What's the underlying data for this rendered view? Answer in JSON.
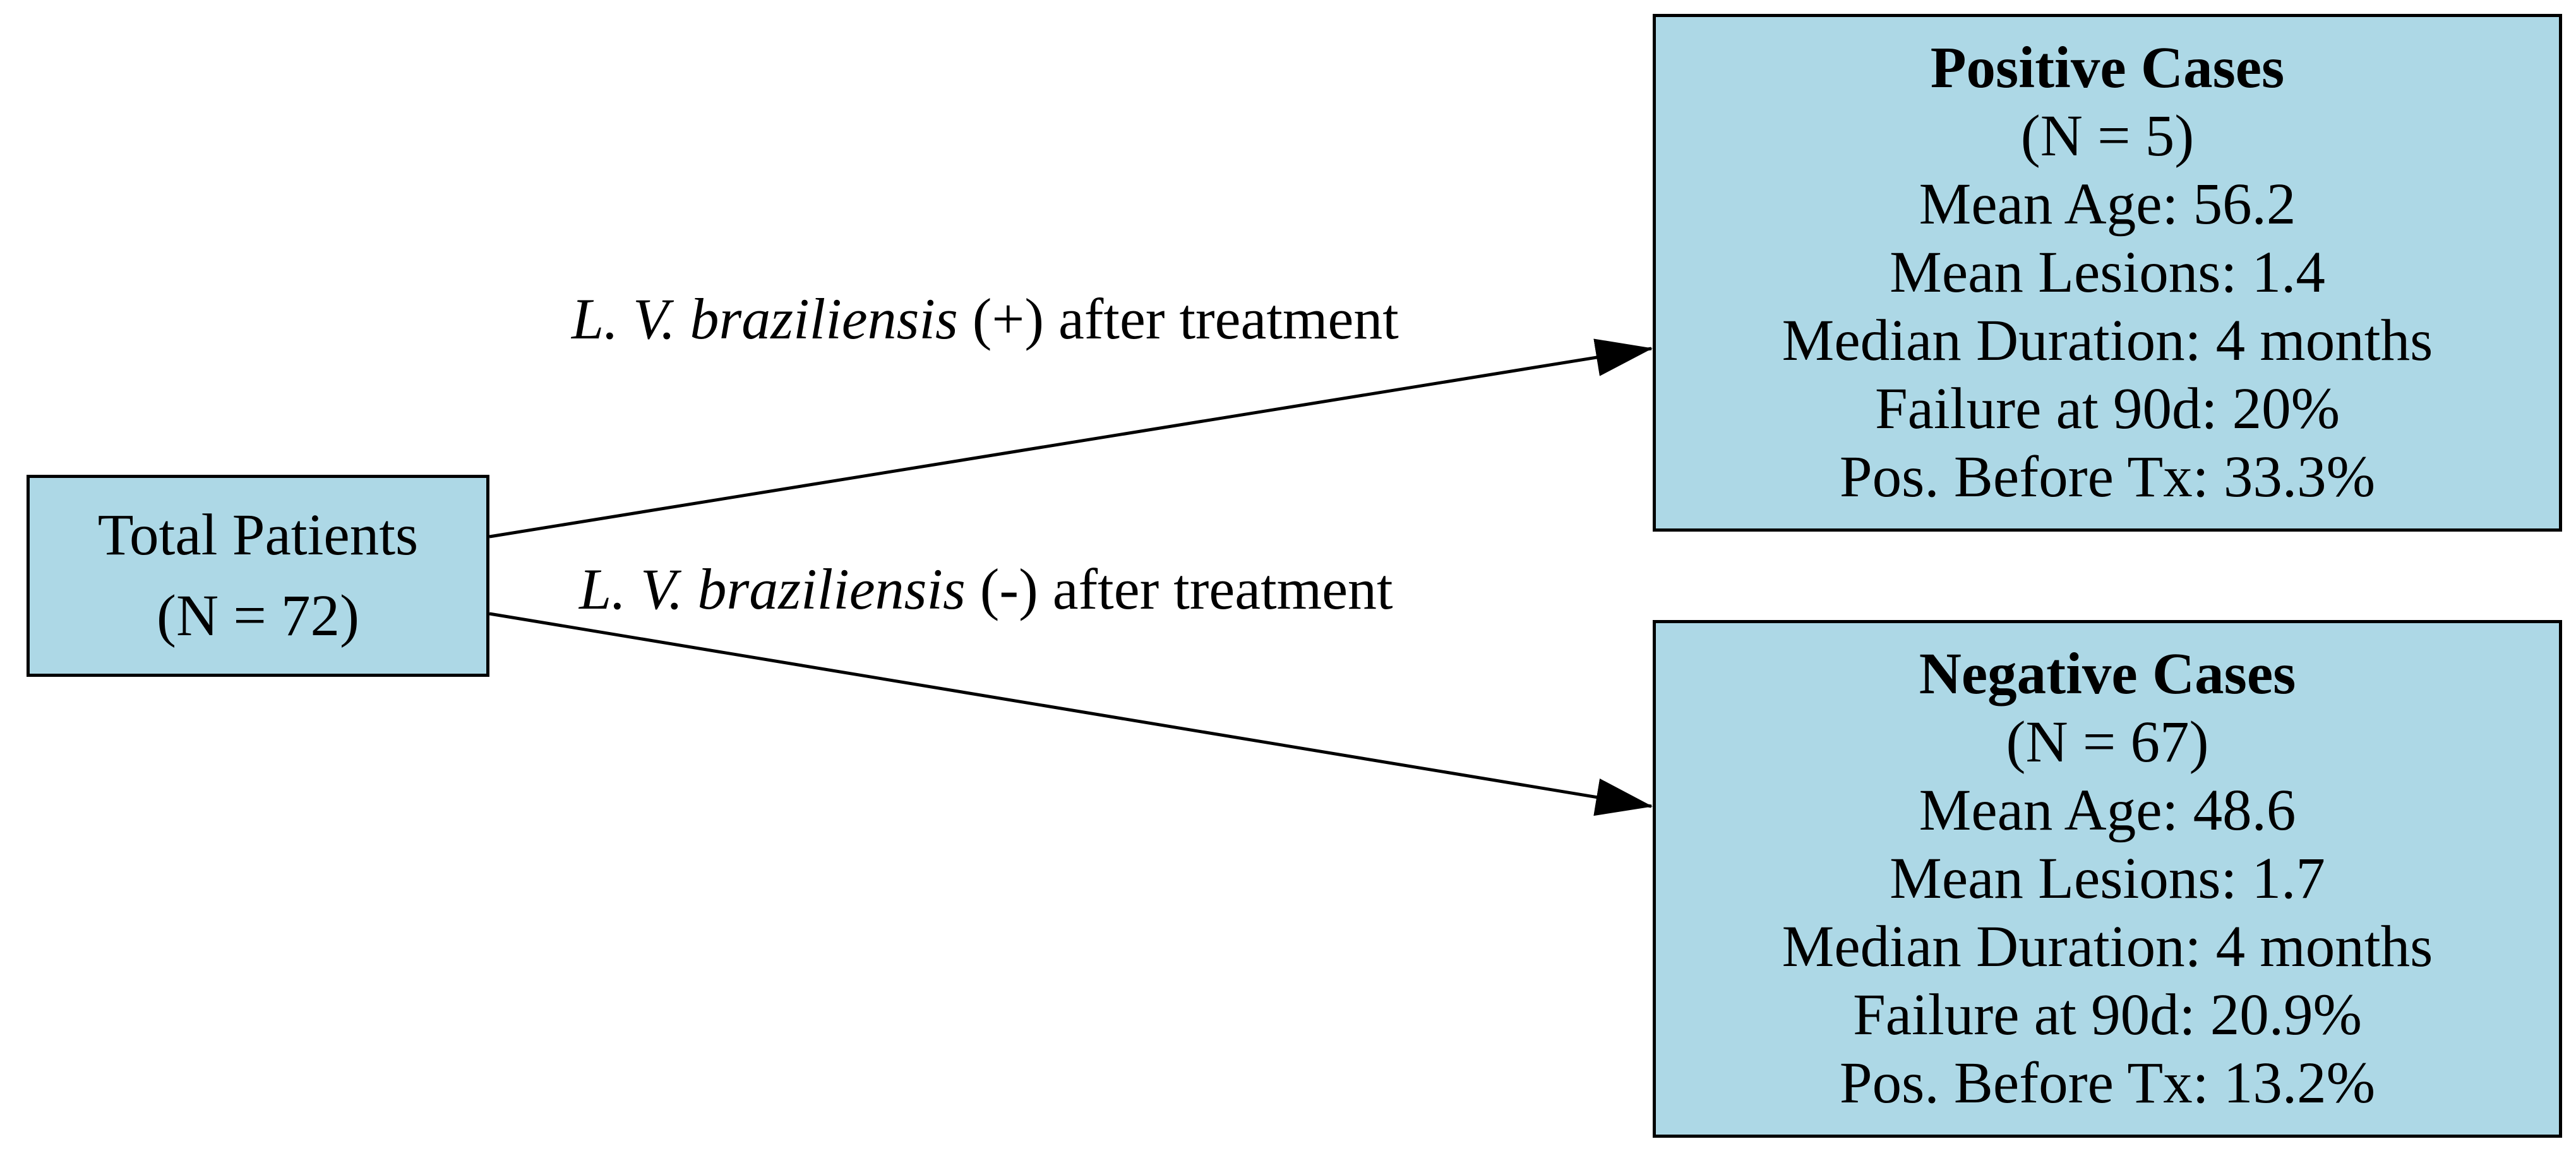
{
  "colors": {
    "node_fill": "#add8e6",
    "stroke": "#000000",
    "text": "#000000"
  },
  "nodes": {
    "total": {
      "line1": "Total Patients",
      "line2": "(N = 72)"
    },
    "positive": {
      "title": "Positive Cases",
      "n": "(N = 5)",
      "mean_age": "Mean Age: 56.2",
      "mean_lesions": "Mean Lesions: 1.4",
      "median_duration": "Median Duration: 4 months",
      "failure": "Failure at 90d: 20%",
      "pos_before": "Pos. Before Tx: 33.3%"
    },
    "negative": {
      "title": "Negative Cases",
      "n": "(N = 67)",
      "mean_age": "Mean Age: 48.6",
      "mean_lesions": "Mean Lesions: 1.7",
      "median_duration": "Median Duration: 4 months",
      "failure": "Failure at 90d: 20.9%",
      "pos_before": "Pos. Before Tx: 13.2%"
    }
  },
  "edges": {
    "positive": {
      "species": "L. V. braziliensis",
      "rest": "(+) after treatment"
    },
    "negative": {
      "species": "L. V. braziliensis",
      "rest": "(-) after treatment"
    }
  }
}
